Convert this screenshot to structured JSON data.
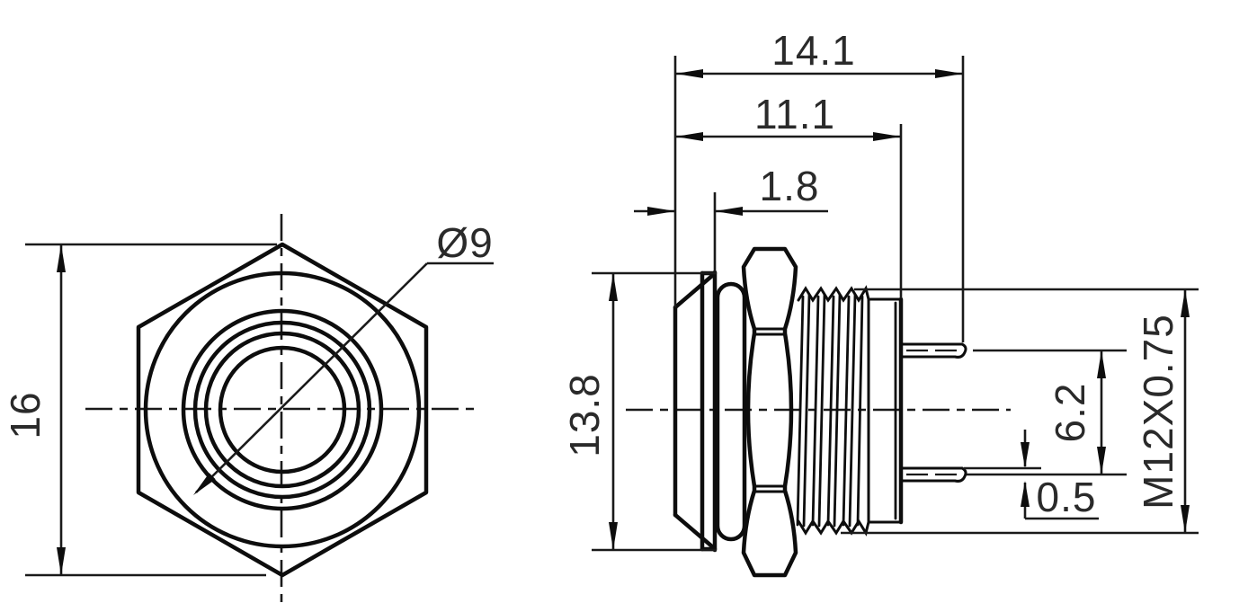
{
  "canvas": {
    "background": "#ffffff",
    "line_color": "#0d0d0d",
    "text_color": "#2a2a2a"
  },
  "front_view": {
    "height_dim": "16",
    "diameter_label": "Ø9"
  },
  "side_view": {
    "overall_length": "14.1",
    "body_length": "11.1",
    "cap_thickness": "1.8",
    "cap_diameter": "13.8",
    "pin_spacing": "6.2",
    "pin_thickness": "0.5",
    "thread_spec": "M12X0.75"
  }
}
